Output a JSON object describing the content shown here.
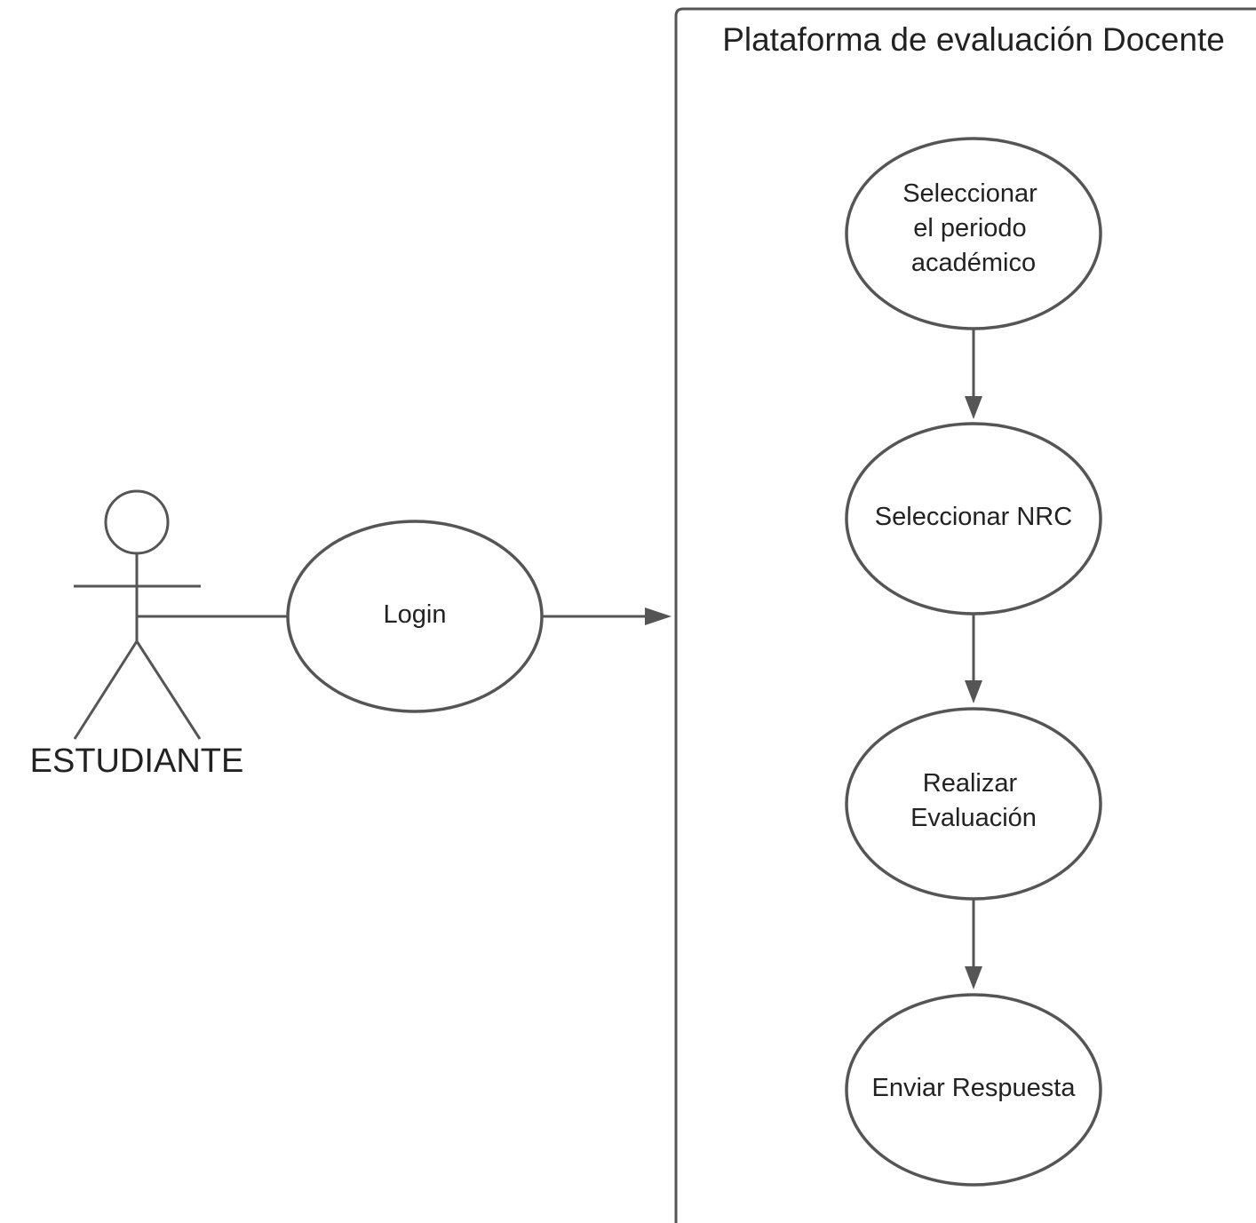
{
  "system": {
    "title": "Plataforma de evaluación Docente"
  },
  "actor": {
    "name": "ESTUDIANTE"
  },
  "use_cases": {
    "login": [
      "Login"
    ],
    "seleccionar_periodo": [
      "Seleccionar",
      "el periodo",
      "académico"
    ],
    "seleccionar_nrc": [
      "Seleccionar NRC"
    ],
    "realizar_evaluacion": [
      "Realizar",
      "Evaluación"
    ],
    "enviar_respuesta": [
      "Enviar Respuesta"
    ]
  },
  "colors": {
    "stroke": "#555555",
    "text": "#222222",
    "background": "#ffffff"
  }
}
